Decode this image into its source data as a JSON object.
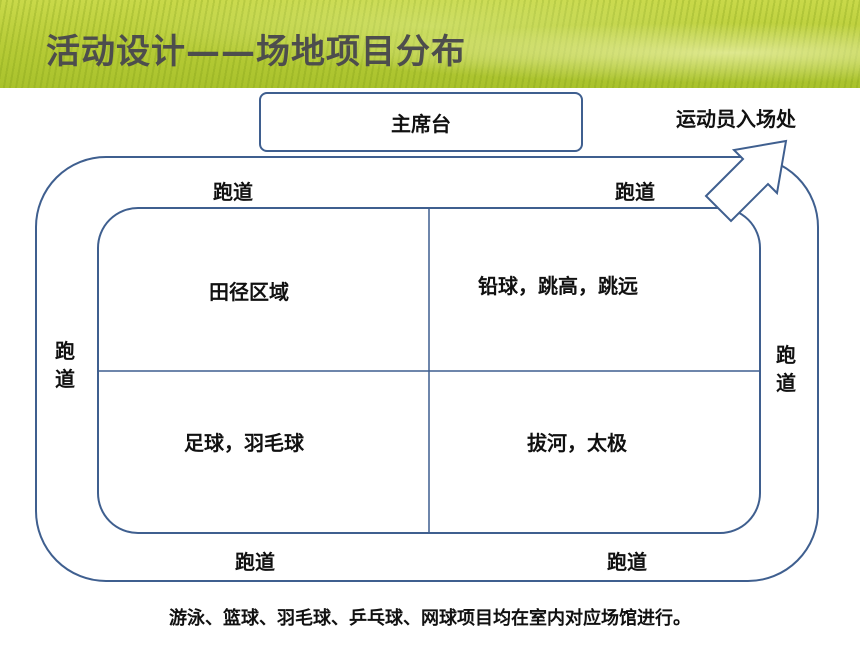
{
  "header": {
    "title": "活动设计——场地项目分布"
  },
  "stage": {
    "label": "主席台"
  },
  "entrance": {
    "label": "运动员入场处"
  },
  "track": {
    "top_left": "跑道",
    "top_right": "跑道",
    "bottom_left": "跑道",
    "bottom_right": "跑道",
    "left": "跑道",
    "right": "跑道"
  },
  "zones": {
    "top_left": "田径区域",
    "top_right": "铅球，跳高，跳远",
    "bottom_left": "足球，羽毛球",
    "bottom_right": "拔河，太极"
  },
  "footer": {
    "note": "游泳、篮球、羽毛球、乒乓球、网球项目均在室内对应场馆进行。"
  },
  "colors": {
    "outline": "#3f5f8f",
    "header_green": "#b6cb36"
  }
}
